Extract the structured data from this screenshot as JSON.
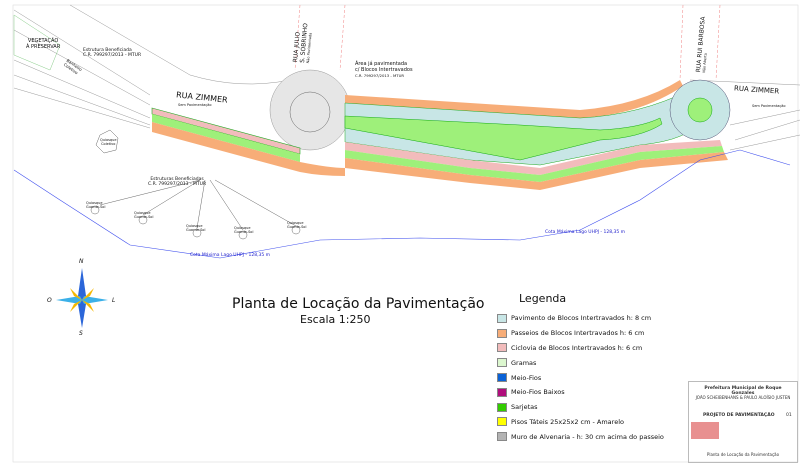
{
  "streets": {
    "rua_zimmer_left": {
      "name": "RUA ZIMMER",
      "note": "Sem Pavimentação"
    },
    "rua_zimmer_right": {
      "name": "RUA ZIMMER",
      "note": "Sem Pavimentação"
    },
    "rua_julio": {
      "name": "RUA JULIO",
      "name2": "S. SOBRINHO",
      "note": "Não Pavimentada"
    },
    "rua_rui": {
      "name": "RUA RUI BARBOSA",
      "note": "Não Aberta"
    }
  },
  "annotations": {
    "vegetation": [
      "VEGETAÇÃO",
      "À PRESERVAR"
    ],
    "bathroom": [
      "Banheiro",
      "Coletivo"
    ],
    "kiosk_collective": [
      "Quiosque",
      "Coletivo"
    ],
    "structure_top": [
      "Estrutura Beneficiada",
      "C.R. 799297/2013 - MTUR"
    ],
    "structure_bottom": [
      "Estruturas Beneficiadas",
      "C.R. 799297/2013 - MTUR"
    ],
    "paved_area": [
      "Área já pavimentada",
      "c/ Blocos Intertravados",
      "C.R. 799297/2013 - MTUR"
    ],
    "kiosk": "Quiosque",
    "umbrella": "Guarda-Sol",
    "lake_level": "Cota Máxima Lago UHPJ - 128,35 m"
  },
  "compass": {
    "n": "N",
    "s": "S",
    "l": "L",
    "o": "O"
  },
  "plan_title": "Planta de Locação da Pavimentação",
  "plan_scale": "Escala 1:250",
  "legend": {
    "title": "Legenda",
    "items": [
      {
        "label": "Pavimento de Blocos Intertravados h: 8 cm",
        "color": "#c8e6e6"
      },
      {
        "label": "Passeios de Blocos Intertravados h: 6 cm",
        "color": "#f7ad78"
      },
      {
        "label": "Ciclovia de Blocos Intertravados h: 6 cm",
        "color": "#f2bcbc"
      },
      {
        "label": "Gramas",
        "color": "#dcf7cf"
      },
      {
        "label": "Meio-Fios",
        "color": "#0a62d6"
      },
      {
        "label": "Meio-Fios Baixos",
        "color": "#b00e7c"
      },
      {
        "label": "Sarjetas",
        "color": "#33cc00"
      },
      {
        "label": "Pisos Táteis 25x25x2 cm - Amarelo",
        "color": "#ffff00"
      },
      {
        "label": "Muro de Alvenaria - h: 30 cm acima do passeio",
        "color": "#b3b3b3"
      }
    ]
  },
  "title_block": {
    "institution": "Prefeitura Municipal de Roque Gonzales",
    "authors": "JOÃO SCHEIBENHANS & PAULO ALOÍSIO JUSTEN",
    "project": "PROJETO DE PAVIMENTAÇÃO",
    "sheet": "01",
    "drawing": "Planta de Locação da Pavimentação"
  }
}
